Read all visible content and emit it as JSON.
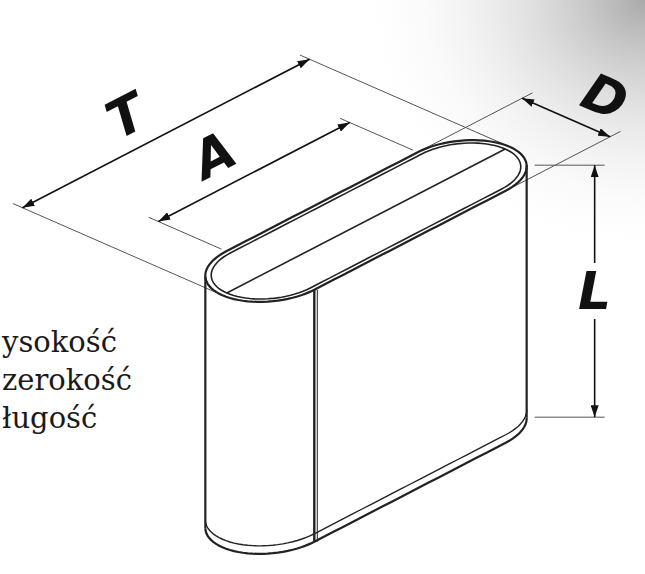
{
  "diagram": {
    "labels": [
      "T",
      "A",
      "D",
      "L",
      "ysokość",
      "zerokość",
      "ługość"
    ]
  }
}
